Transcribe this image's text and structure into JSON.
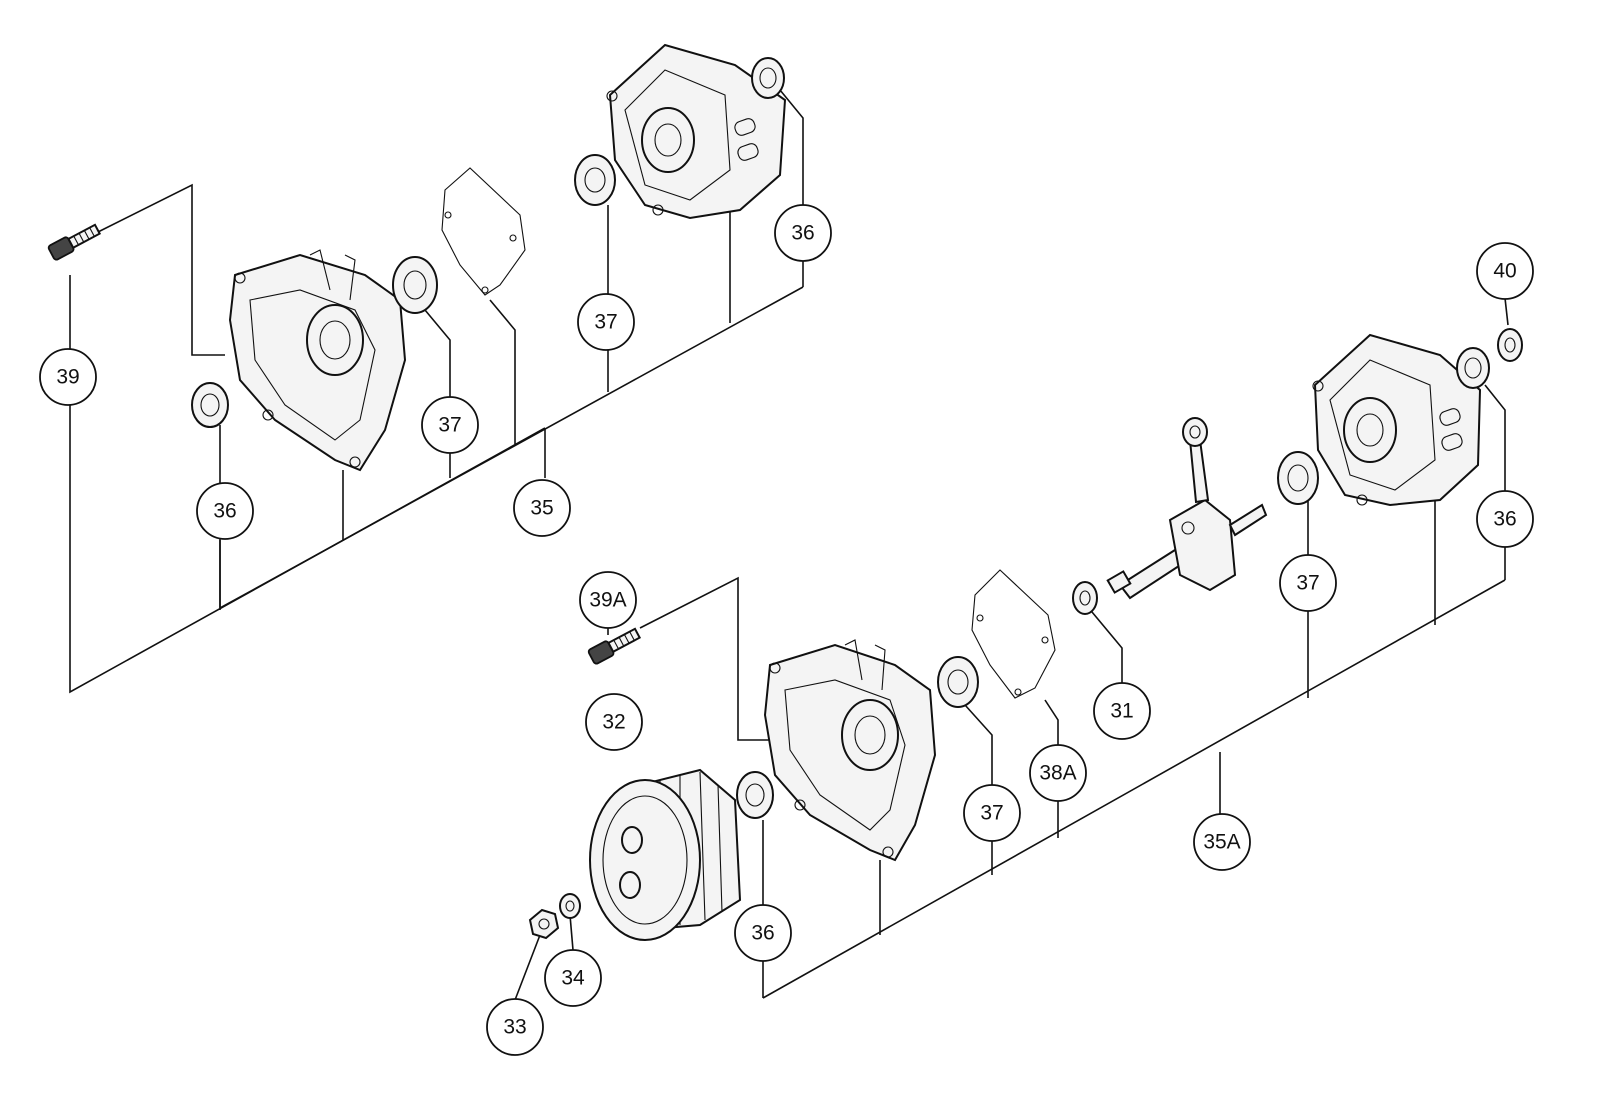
{
  "callouts": {
    "c31": "31",
    "c32": "32",
    "c33": "33",
    "c34": "34",
    "c35": "35",
    "c35a": "35A",
    "c36_top_right": "36",
    "c36_top_left": "36",
    "c36_right": "36",
    "c36_bottom": "36",
    "c37_top_left": "37",
    "c37_top_mid": "37",
    "c37_right": "37",
    "c37_bottom": "37",
    "c38a": "38A",
    "c39": "39",
    "c39a": "39A",
    "c40": "40"
  }
}
